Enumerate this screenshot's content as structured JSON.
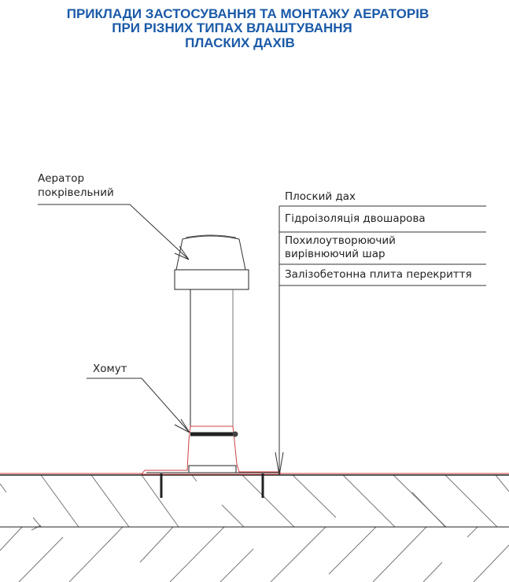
{
  "title": {
    "line1": "ПРИКЛАДИ ЗАСТОСУВАННЯ ТА МОНТАЖУ АЕРАТОРІВ",
    "line2": "ПРИ РІЗНИХ ТИПАХ ВЛАШТУВАННЯ",
    "line3": "ПЛАСКИХ ДАХІВ"
  },
  "labels": {
    "aerator_1": "Аератор",
    "aerator_2": "покрівельний",
    "clamp": "Хомут",
    "layers": {
      "roof": "Плоский дах",
      "waterproofing": "Гідроізоляція двошарова",
      "slope_1": "Похилоутворюючий",
      "slope_2": "вирівнюючий шар",
      "slab": "Залізобетонна плита перекриття"
    }
  },
  "colors": {
    "title": "#1a5aa8",
    "flashing": "#d04040"
  }
}
